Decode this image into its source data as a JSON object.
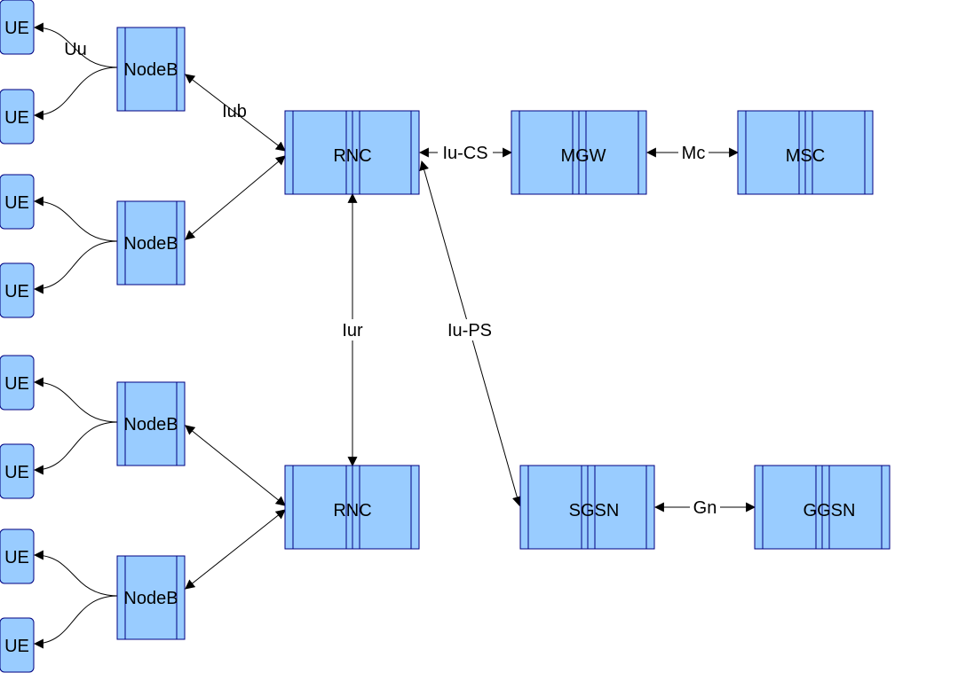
{
  "colors": {
    "node_fill": "#99ccff",
    "node_border": "#000080",
    "line": "#000000"
  },
  "nodes": {
    "ue": "UE",
    "nodeb": "NodeB",
    "rnc": "RNC",
    "mgw": "MGW",
    "msc": "MSC",
    "sgsn": "SGSN",
    "ggsn": "GGSN"
  },
  "interfaces": {
    "uu": "Uu",
    "iub": "Iub",
    "iu_cs": "Iu-CS",
    "mc": "Mc",
    "iur": "Iur",
    "iu_ps": "Iu-PS",
    "gn": "Gn"
  }
}
